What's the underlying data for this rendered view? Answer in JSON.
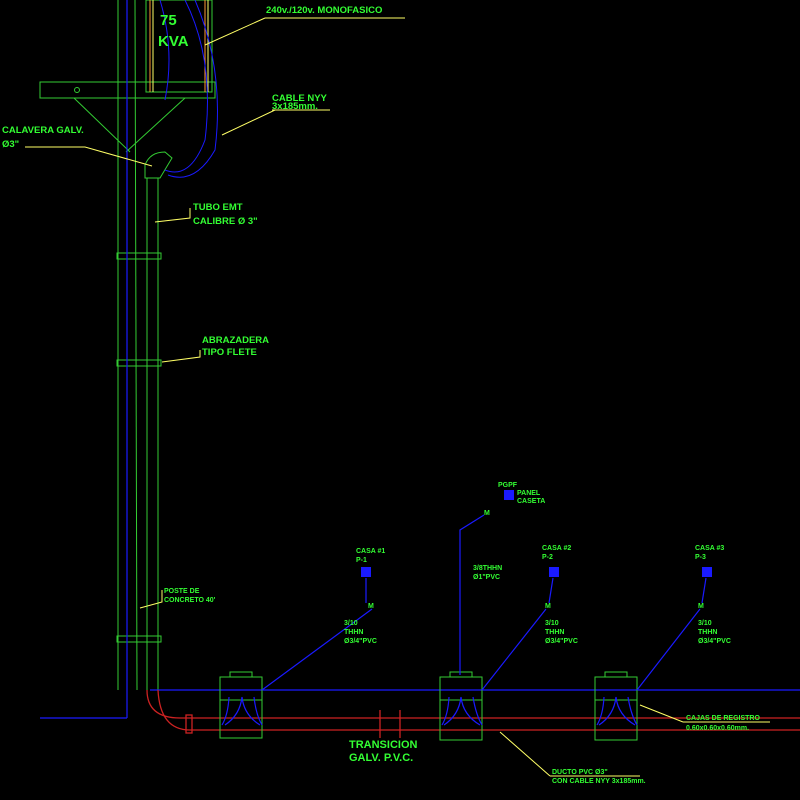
{
  "colors": {
    "background": "#000000",
    "structure": "#33cc33",
    "cable": "#1a1aff",
    "duct": "#cc2222",
    "leader": "#ffff66",
    "text": "#33ff33"
  },
  "transformer": {
    "rating": "75",
    "unit": "KVA",
    "spec": "240v./120v. MONOFASICO"
  },
  "labels": {
    "cable_nyy": [
      "CABLE NYY",
      "3x185mm."
    ],
    "calavera": [
      "CALAVERA GALV.",
      "Ø3\""
    ],
    "tubo": [
      "TUBO EMT",
      "CALIBRE Ø 3\""
    ],
    "abrazadera": [
      "ABRAZADERA",
      "TIPO FLETE"
    ],
    "poste": [
      "POSTE DE",
      "CONCRETO 40'"
    ],
    "transicion": [
      "TRANSICION",
      "GALV. P.V.C."
    ],
    "ducto": [
      "DUCTO PVC Ø3\"",
      "CON CABLE NYY 3x185mm."
    ],
    "cajas": [
      "CAJAS DE REGISTRO",
      "0.60x0.60x0.60mm."
    ]
  },
  "panel": {
    "code": "PGPF",
    "name": [
      "PANEL",
      "CASETA"
    ],
    "feeder": [
      "3/8THHN",
      "Ø1\"PVC"
    ],
    "meter": "M"
  },
  "houses": [
    {
      "name": "CASA #1",
      "panel": "P-1",
      "meter": "M",
      "feeder": [
        "3/10",
        "THHN",
        "Ø3/4\"PVC"
      ]
    },
    {
      "name": "CASA #2",
      "panel": "P-2",
      "meter": "M",
      "feeder": [
        "3/10",
        "THHN",
        "Ø3/4\"PVC"
      ]
    },
    {
      "name": "CASA #3",
      "panel": "P-3",
      "meter": "M",
      "feeder": [
        "3/10",
        "THHN",
        "Ø3/4\"PVC"
      ]
    }
  ]
}
